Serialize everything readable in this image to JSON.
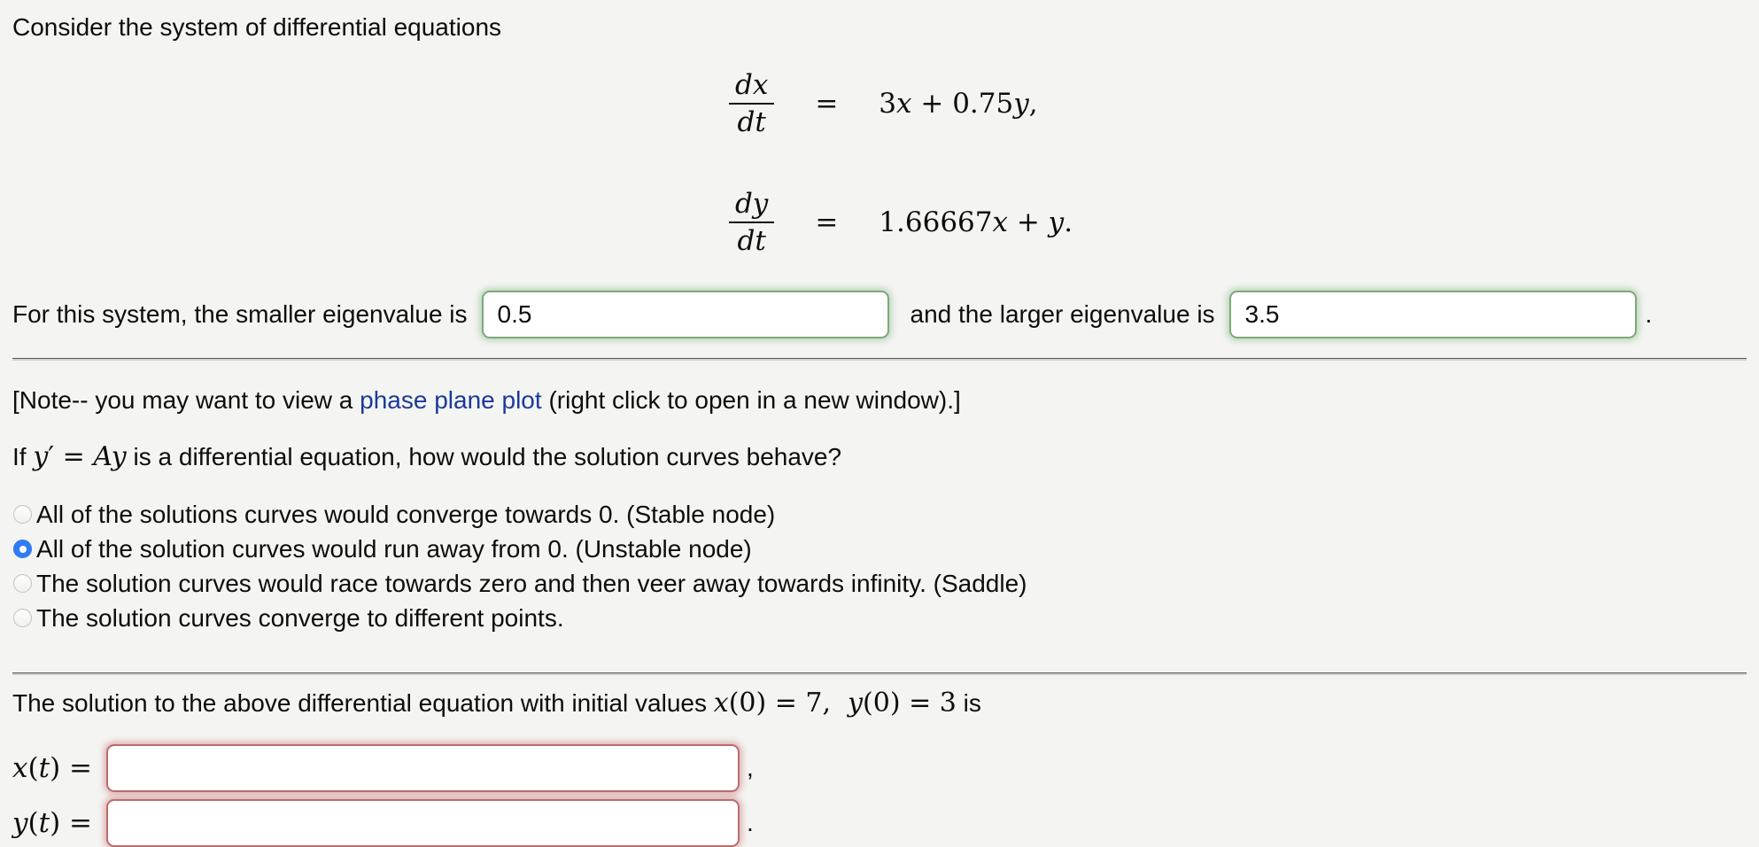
{
  "colors": {
    "background": "#f4f4f2",
    "link_blue": "#1b3a9b",
    "correct_border_green": "#7ea87e",
    "incorrect_border_red": "#bd6b6e",
    "radio_selected_blue": "#2e7cf6",
    "rule_gray": "#5a5a5a"
  },
  "intro": "Consider the system of differential equations",
  "equations": {
    "rows": [
      {
        "numerator": "dx",
        "denominator": "dt",
        "relation": "=",
        "rhs": "3x + 0.75y,"
      },
      {
        "numerator": "dy",
        "denominator": "dt",
        "relation": "=",
        "rhs": "1.66667x + y."
      }
    ]
  },
  "eigen": {
    "label_smaller": "For this system, the smaller eigenvalue is",
    "smaller_value": "0.5",
    "label_larger": "and the larger eigenvalue is",
    "larger_value": "3.5",
    "period": "."
  },
  "note": {
    "text_before": "[Note-- you may want to view a ",
    "link_label": "phase plane plot",
    "text_after": " (right click to open in a new window).]"
  },
  "question": {
    "text_before": "If ",
    "math": "y′ = Ay",
    "text_after": " is a differential equation, how would the solution curves behave?",
    "options": [
      {
        "label": "All of the solutions curves would converge towards 0. (Stable node)",
        "checked": false
      },
      {
        "label": "All of the solution curves would run away from 0. (Unstable node)",
        "checked": true
      },
      {
        "label": "The solution curves would race towards zero and then veer away towards infinity. (Saddle)",
        "checked": false
      },
      {
        "label": "The solution curves converge to different points.",
        "checked": false
      }
    ]
  },
  "solution": {
    "text_before": "The solution to the above differential equation with initial values ",
    "math": "x(0) = 7,  y(0) = 3",
    "text_after": " is",
    "rows": [
      {
        "label": "x(t) =",
        "value": "",
        "suffix": ","
      },
      {
        "label": "y(t) =",
        "value": "",
        "suffix": "."
      }
    ]
  }
}
